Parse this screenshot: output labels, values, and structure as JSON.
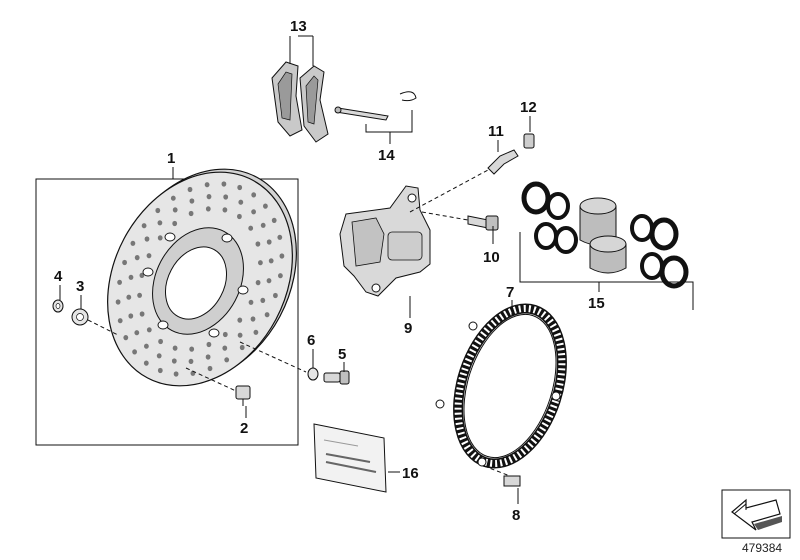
{
  "diagram": {
    "id_label": "479384",
    "callouts": {
      "p1": "1",
      "p2": "2",
      "p3": "3",
      "p4": "4",
      "p5": "5",
      "p6": "6",
      "p7": "7",
      "p8": "8",
      "p9": "9",
      "p10": "10",
      "p11": "11",
      "p12": "12",
      "p13": "13",
      "p14": "14",
      "p15": "15",
      "p16": "16"
    }
  }
}
